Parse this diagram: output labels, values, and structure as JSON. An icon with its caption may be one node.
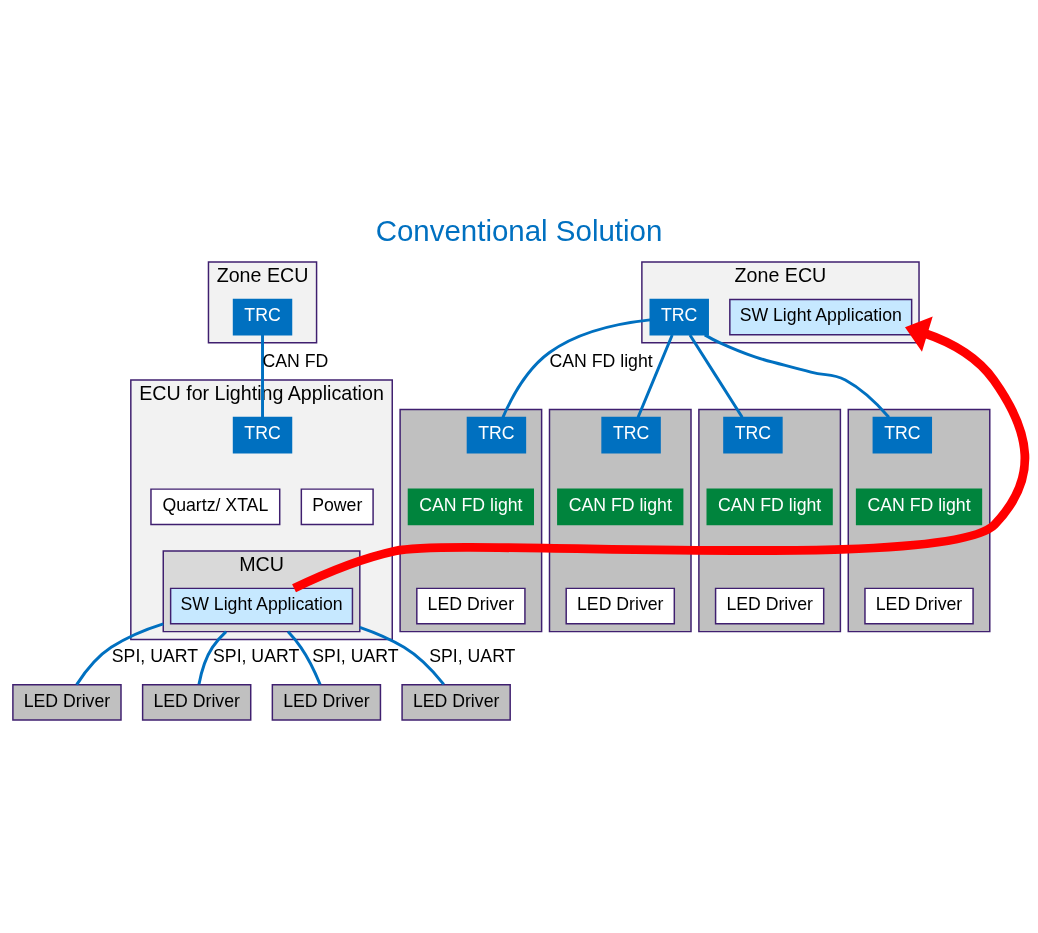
{
  "diagram": {
    "title": "Conventional Solution",
    "nodes": [
      {
        "text": [
          "Zone ECU"
        ]
      },
      {
        "text": [
          "TRC"
        ],
        "in": 0
      },
      {
        "text": [
          "Zone ECU"
        ]
      },
      {
        "text": [
          "SW Light Application"
        ],
        "in": 2
      },
      {
        "text": [
          "TRC"
        ],
        "in": 2
      },
      {
        "text": [
          "ECU for Lighting Application"
        ]
      },
      {
        "text": [
          "TRC"
        ],
        "in": 5
      },
      {
        "text": [
          "Quartz/ XTAL"
        ],
        "in": 5
      },
      {
        "text": [
          "Power"
        ],
        "in": 5
      },
      {
        "text": [
          "MCU"
        ],
        "in": 5
      },
      {
        "text": [
          "SW Light Application"
        ],
        "in": 9
      },
      {
        "text": [
          "LED Driver"
        ]
      },
      {
        "text": [
          "LED Driver"
        ]
      },
      {
        "text": [
          "LED Driver"
        ]
      },
      {
        "text": [
          "LED Driver"
        ]
      },
      {
        "text": [],
        "shape": "box"
      },
      {
        "text": [
          "TRC"
        ],
        "in": 15
      },
      {
        "text": [
          "CAN FD light"
        ],
        "in": 15
      },
      {
        "text": [
          "LED Driver"
        ],
        "in": 15
      },
      {
        "text": [],
        "shape": "box"
      },
      {
        "text": [
          "TRC"
        ],
        "in": 19
      },
      {
        "text": [
          "CAN FD light"
        ],
        "in": 19
      },
      {
        "text": [
          "LED Driver"
        ],
        "in": 19
      },
      {
        "text": [],
        "shape": "box"
      },
      {
        "text": [
          "TRC"
        ],
        "in": 23
      },
      {
        "text": [
          "CAN FD light"
        ],
        "in": 23
      },
      {
        "text": [
          "LED Driver"
        ],
        "in": 23
      },
      {
        "text": [],
        "shape": "box"
      },
      {
        "text": [
          "TRC"
        ],
        "in": 27
      },
      {
        "text": [
          "CAN FD light"
        ],
        "in": 27
      },
      {
        "text": [
          "LED Driver"
        ],
        "in": 27
      }
    ],
    "edges": [
      {
        "from": 1,
        "to": 6,
        "arrow": "none",
        "label": "CAN FD"
      },
      {
        "from": 10,
        "to": 3,
        "arrow": "to",
        "style": "thick",
        "color": "#ff0000"
      },
      {
        "from": 4,
        "to": 16,
        "arrow": "none",
        "label": "CAN FD light"
      },
      {
        "from": 4,
        "to": 20,
        "arrow": "none"
      },
      {
        "from": 4,
        "to": 24,
        "arrow": "none"
      },
      {
        "from": 4,
        "to": 28,
        "arrow": "none"
      },
      {
        "from": 9,
        "to": 11,
        "arrow": "none",
        "label": "SPI, UART"
      },
      {
        "from": 9,
        "to": 12,
        "arrow": "none",
        "label": "SPI, UART"
      },
      {
        "from": 9,
        "to": 13,
        "arrow": "none",
        "label": "SPI, UART"
      },
      {
        "from": 9,
        "to": 14,
        "arrow": "none",
        "label": "SPI, UART"
      }
    ]
  }
}
